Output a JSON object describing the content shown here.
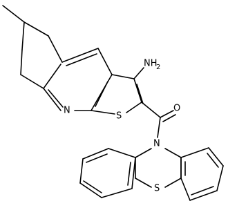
{
  "atoms": {
    "amine": "NH",
    "amine_subscript": "2",
    "pyridine_n": "N",
    "thiophene_s": "S",
    "carbonyl_o": "O",
    "phenothiazine_n": "N",
    "phenothiazine_s": "S"
  }
}
